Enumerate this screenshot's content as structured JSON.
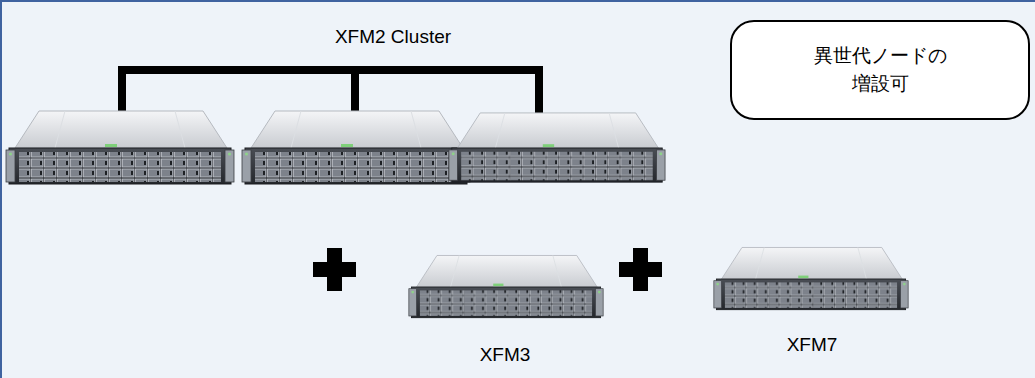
{
  "diagram": {
    "nodes": [
      {
        "text": [
          "異世代ノードの 増設可"
        ]
      }
    ],
    "labels": [
      "XFM2 Cluster",
      "XFM3",
      "XFM7"
    ]
  }
}
